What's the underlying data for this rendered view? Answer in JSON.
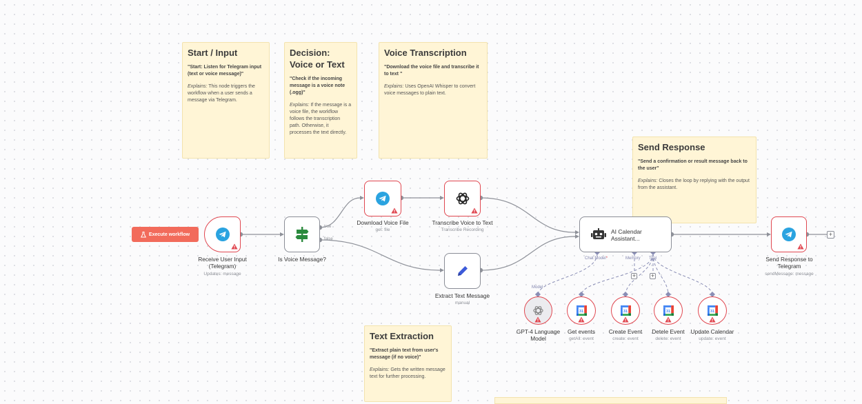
{
  "canvas": {
    "execute_button": "Execute workflow"
  },
  "sticky_notes": {
    "start": {
      "title": "Start / Input",
      "quote": "\"Start: Listen for Telegram input (text or voice message)\"",
      "explain_label": "Explains:",
      "explain": "This node triggers the workflow when a user sends a message via Telegram."
    },
    "decision": {
      "title": "Decision: Voice or Text",
      "quote": "\"Check if the incoming message is a voice note (.ogg)\"",
      "explain_label": "Explains:",
      "explain": "If the message is a voice file, the workflow follows the transcription path. Otherwise, it processes the text directly."
    },
    "voice": {
      "title": "Voice Transcription",
      "quote": "\"Download the voice file and transcribe it to text \"",
      "explain_label": "Explains:",
      "explain": "Uses OpenAI Whisper to convert voice messages to plain text."
    },
    "response": {
      "title": "Send Response",
      "quote": "\"Send a confirmation or result message back to the user\"",
      "explain_label": "Explains:",
      "explain": "Closes the loop by replying with the output from the assistant."
    },
    "text": {
      "title": "Text Extraction",
      "quote": "\"Extract plain text from user's message (if no voice)\"",
      "explain_label": "Explains:",
      "explain": "Gets the written message text for further processing."
    }
  },
  "nodes": {
    "receive": {
      "label": "Receive User Input (Telegram)",
      "sub": "Updates: message",
      "icon": "telegram-icon"
    },
    "is_voice": {
      "label": "Is Voice Message?",
      "true_label": "true",
      "false_label": "false",
      "icon": "signpost-icon"
    },
    "download": {
      "label": "Download Voice File",
      "sub": "get: file",
      "icon": "telegram-icon"
    },
    "transcribe": {
      "label": "Transcribe Voice to Text",
      "sub": "Transcribe Recording",
      "icon": "openai-icon"
    },
    "extract": {
      "label": "Extract Text Message",
      "sub": "manual",
      "icon": "pencil-icon"
    },
    "agent": {
      "label": "AI Calendar Assistant...",
      "port_chat": "Chat Model",
      "port_chat_req": "*",
      "port_memory": "Memory",
      "port_tool": "Tool",
      "icon": "robot-icon"
    },
    "send": {
      "label": "Send Response to Telegram",
      "sub": "sendMessage: message",
      "icon": "telegram-icon"
    },
    "gpt": {
      "label": "GPT-4 Language Model",
      "port_model": "Model",
      "icon": "openai-icon"
    },
    "get_events": {
      "label": "Get events",
      "sub": "getAll: event",
      "icon": "google-calendar-icon"
    },
    "create_event": {
      "label": "Create Event",
      "sub": "create: event",
      "icon": "google-calendar-icon"
    },
    "delete_event": {
      "label": "Detele Event",
      "sub": "delete: event",
      "icon": "google-calendar-icon"
    },
    "update_cal": {
      "label": "Update Calendar",
      "sub": "update: event",
      "icon": "google-calendar-icon"
    }
  },
  "colors": {
    "canvas_bg": "#fbfbfc",
    "note_bg": "#fff5d6",
    "error_border": "#e0464f",
    "execute_button": "#f26b5b",
    "telegram_blue": "#2aa3e0",
    "signpost_green": "#2b8a3e",
    "pencil_blue": "#3d5bd9",
    "sub_port": "#8084ad"
  }
}
